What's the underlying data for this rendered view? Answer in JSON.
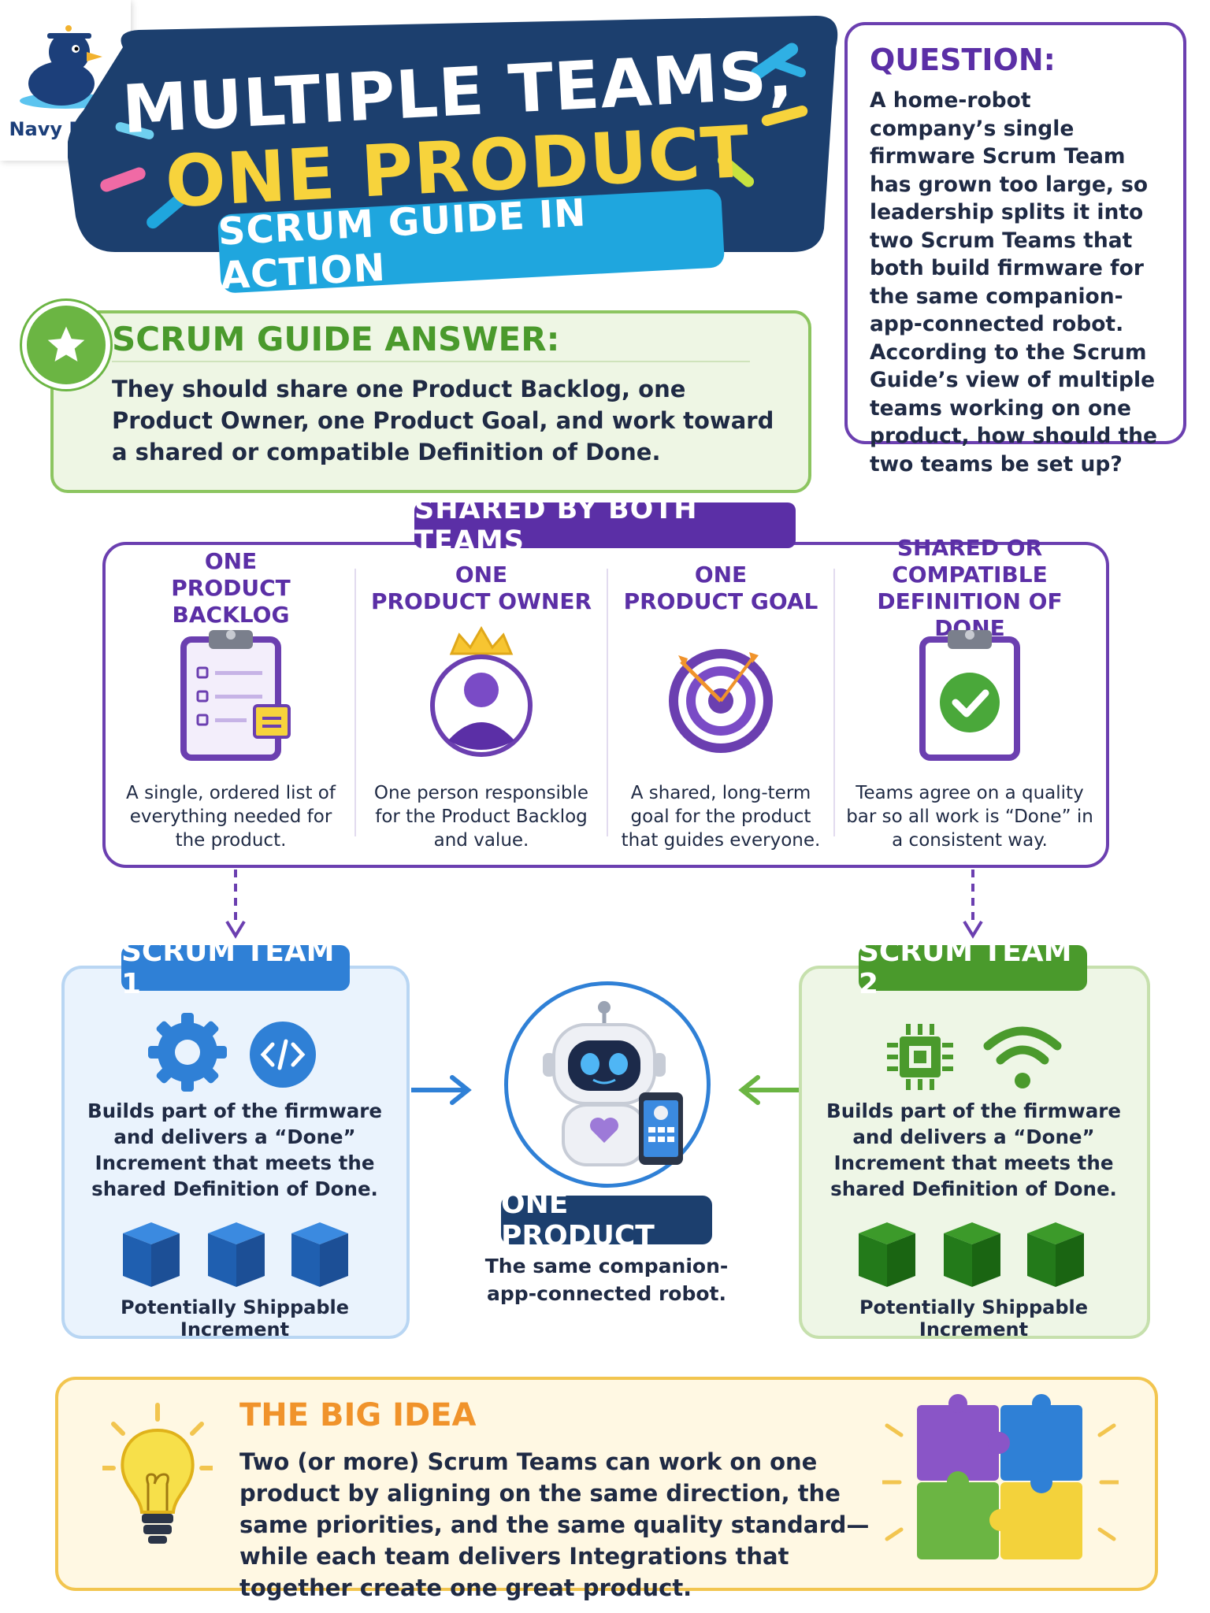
{
  "logo": {
    "text": "Navy Duck"
  },
  "title": {
    "line1": "MULTIPLE TEAMS,",
    "line2": "ONE PRODUCT",
    "subtitle": "SCRUM GUIDE IN ACTION"
  },
  "question": {
    "title": "QUESTION:",
    "body": "A home-robot company’s single firmware Scrum Team has grown too large, so leadership splits it into two Scrum Teams that both build firmware for the same companion-app-connected robot. According to the Scrum Guide’s view of multiple teams working on one product, how should the two teams be set up?"
  },
  "answer": {
    "title": "SCRUM GUIDE ANSWER:",
    "body": "They should share one Product Backlog, one Product Owner, one Product Goal, and work toward a shared or compatible Definition of Done."
  },
  "shared": {
    "header": "SHARED BY BOTH TEAMS",
    "columns": [
      {
        "title1": "ONE",
        "title2": "PRODUCT BACKLOG",
        "desc": "A single, ordered list of everything needed for the product."
      },
      {
        "title1": "ONE",
        "title2": "PRODUCT OWNER",
        "desc": "One person responsible for the Product Backlog and value."
      },
      {
        "title1": "ONE",
        "title2": "PRODUCT GOAL",
        "desc": "A shared, long-term goal for the product that guides everyone."
      },
      {
        "title1": "SHARED OR COMPATIBLE",
        "title2": "DEFINITION OF DONE",
        "desc": "Teams agree on a quality bar so all work is “Done” in a consistent way."
      }
    ]
  },
  "team1": {
    "label": "SCRUM TEAM 1",
    "desc": "Builds part of the firmware and delivers a “Done” Increment that meets the shared Definition of Done.",
    "footer": "Potentially Shippable Increment",
    "icons": [
      "gear-icon",
      "code-icon"
    ],
    "color": "#2f80d6"
  },
  "team2": {
    "label": "SCRUM TEAM 2",
    "desc": "Builds part of the firmware and delivers a “Done” Increment that meets the shared Definition of Done.",
    "footer": "Potentially Shippable Increment",
    "icons": [
      "chip-icon",
      "wifi-icon"
    ],
    "color": "#4a9a2c"
  },
  "product": {
    "label": "ONE PRODUCT",
    "desc": "The same companion-app-connected robot."
  },
  "idea": {
    "title": "THE BIG IDEA",
    "body": "Two (or more) Scrum Teams can work on one product by aligning on the same direction, the same priorities, and the same quality standard—while each team delivers Integrations that together create one great product."
  },
  "colors": {
    "navy": "#1c3f6e",
    "purple": "#5b2fa6",
    "green": "#4a9a2c",
    "blue": "#2f80d6",
    "yellow": "#f7d33c",
    "orange": "#f0932b"
  }
}
